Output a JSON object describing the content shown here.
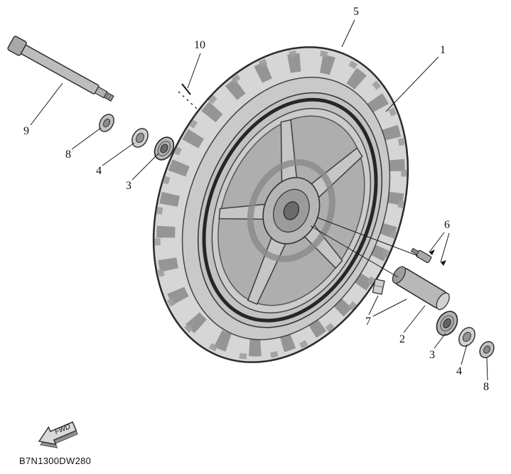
{
  "part_code": "B7N1300DW280",
  "fwd_label": "FWD",
  "callouts": {
    "c1": "1",
    "c2": "2",
    "c3_front": "3",
    "c3_rear": "3",
    "c4_front": "4",
    "c4_rear": "4",
    "c5": "5",
    "c6": "6",
    "c7": "7",
    "c8_front": "8",
    "c8_rear": "8",
    "c9": "9",
    "c10": "10"
  }
}
